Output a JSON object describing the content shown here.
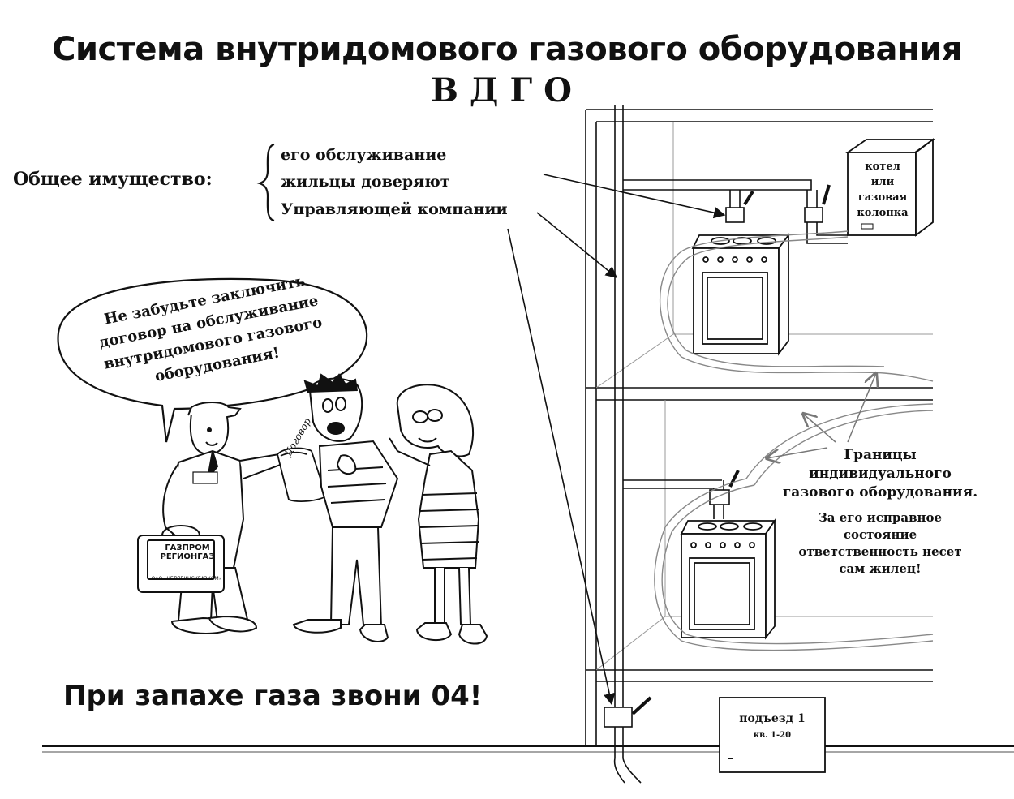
{
  "header": {
    "title": "Система внутридомового газового оборудования",
    "subtitle": "ВДГО"
  },
  "common_property": {
    "label": "Общее имущество:",
    "lines": [
      "его обслуживание",
      "жильцы доверяют",
      "Управляющей компании"
    ]
  },
  "speech_bubble": {
    "lines": [
      "Не забудьте заключить",
      "договор на обслуживание",
      "внутридомового газового",
      "оборудования!"
    ]
  },
  "contract_paper": {
    "word": "Договор"
  },
  "gas_bag": {
    "logo_lines": [
      "ГАЗПРОМ",
      "РЕГИОНГАЗ"
    ],
    "company": "ОАО «ЧЕЛЯБИНСКГАЗКОМ»"
  },
  "emergency": {
    "text": "При запахе газа звони 04!"
  },
  "boiler": {
    "lines": [
      "котел",
      "или",
      "газовая",
      "колонка"
    ]
  },
  "individual_boundaries": {
    "title_lines": [
      "Границы",
      "индивидуального",
      "газового оборудования."
    ],
    "responsibility_lines": [
      "За его исправное",
      "состояние",
      "ответственность несет",
      "сам жилец!"
    ]
  },
  "entrance_door": {
    "title": "подъезд 1",
    "flats": "кв. 1-20"
  },
  "colors": {
    "ink": "#111111",
    "pipe_gray": "#9a9a9a",
    "wall_gray": "#c8c8c8",
    "paper": "#ffffff"
  },
  "icons": [
    "gas-stove-icon",
    "boiler-icon",
    "gas-valve-icon",
    "gas-pipe-icon",
    "door-icon",
    "gas-worker-figure",
    "resident-man-figure",
    "resident-woman-figure"
  ]
}
